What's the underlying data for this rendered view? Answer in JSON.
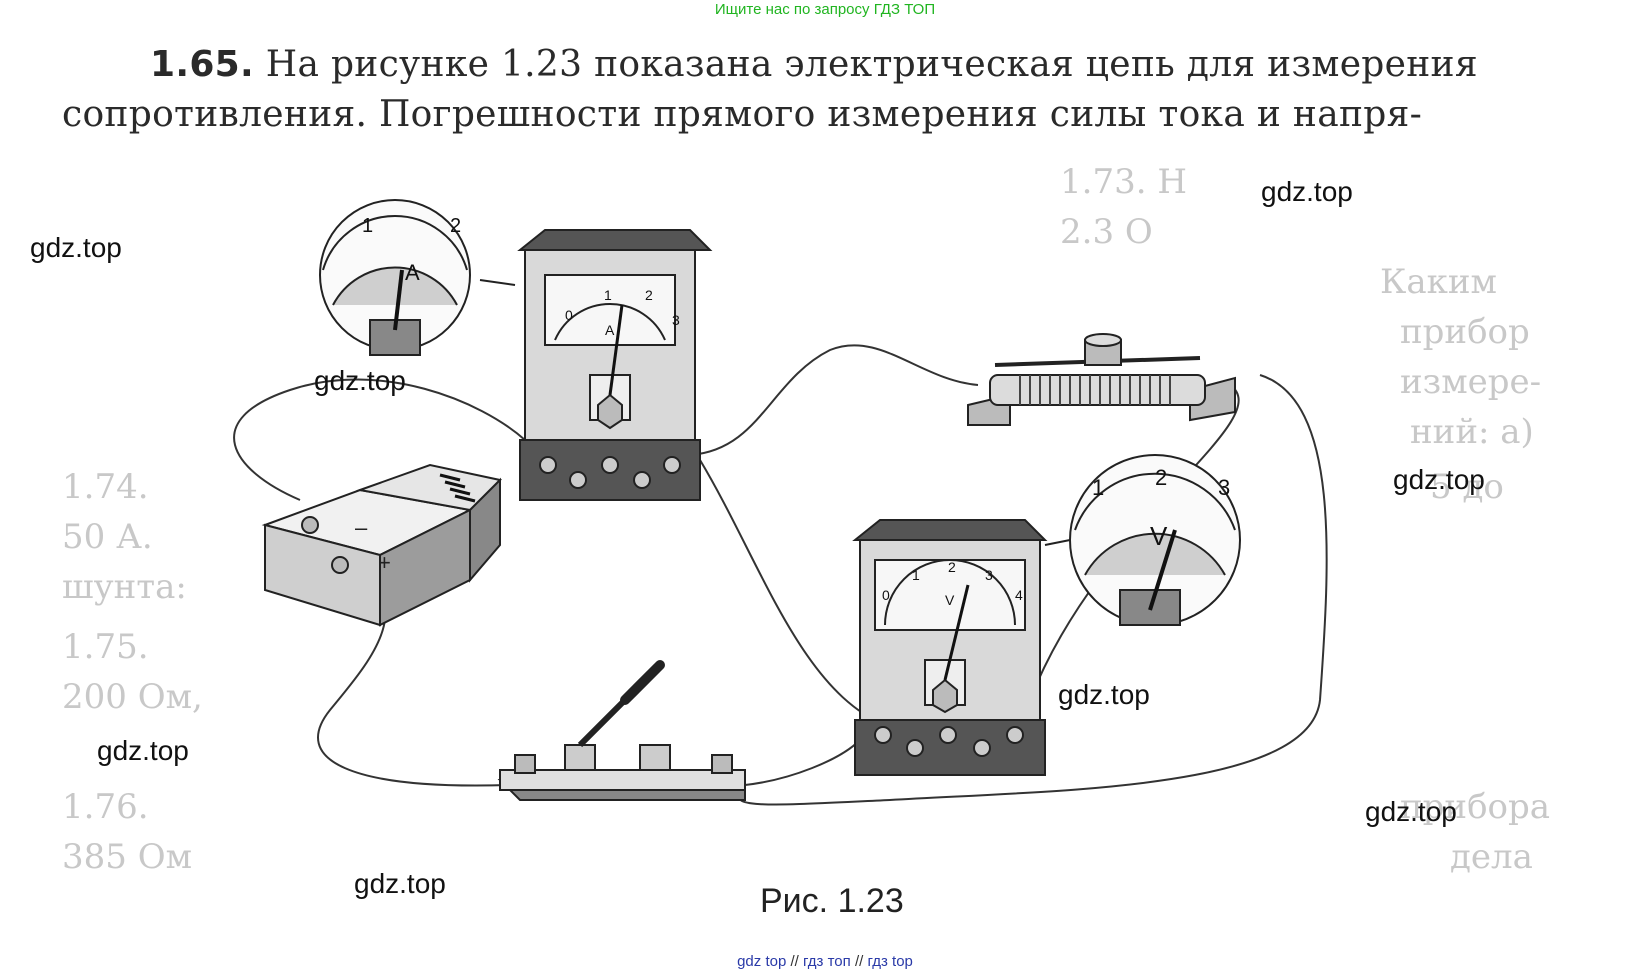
{
  "banner": "Ищите нас по запросу ГДЗ ТОП",
  "problem": {
    "number": "1.65.",
    "line1": "На рисунке 1.23 показана электрическая цепь для измерения",
    "line2": "сопротивления. Погрешности прямого измерения силы тока и напря-"
  },
  "watermarks": [
    "gdz.top",
    "gdz.top",
    "gdz.top",
    "gdz.top",
    "gdz.top",
    "gdz.top",
    "gdz.top",
    "gdz.top"
  ],
  "figure": {
    "caption": "Рис. 1.23",
    "ammeter": {
      "unit": "A",
      "scale": [
        "0",
        "1",
        "2",
        "3"
      ]
    },
    "voltmeter": {
      "unit": "V",
      "scale": [
        "0",
        "1",
        "2",
        "3",
        "4"
      ]
    },
    "ammeter_zoom": {
      "unit": "A",
      "scale": [
        "1",
        "2"
      ]
    },
    "voltmeter_zoom": {
      "unit": "V",
      "scale": [
        "1",
        "2",
        "3"
      ]
    },
    "battery_terminals": [
      "–",
      "+"
    ]
  },
  "bottom_links": [
    "gdz top",
    "гдз топ",
    "гдз top"
  ],
  "bottom_separator": "//"
}
